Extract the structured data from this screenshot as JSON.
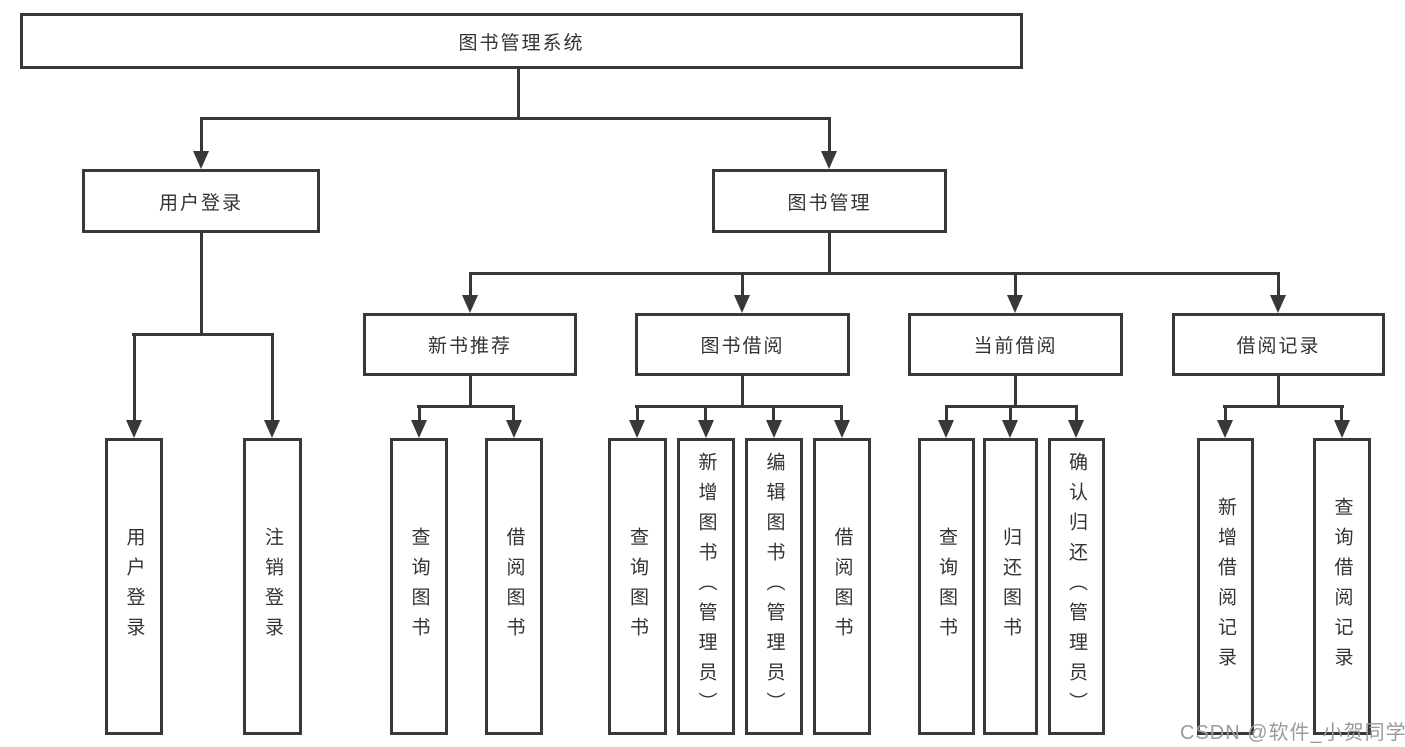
{
  "tree": {
    "root": "图书管理系统",
    "branches": [
      {
        "label": "用户登录",
        "leaves": [
          "用户登录",
          "注销登录"
        ]
      },
      {
        "label": "图书管理",
        "groups": [
          {
            "label": "新书推荐",
            "leaves": [
              "查询图书",
              "借阅图书"
            ]
          },
          {
            "label": "图书借阅",
            "leaves": [
              "查询图书",
              "新增图书（管理员）",
              "编辑图书（管理员）",
              "借阅图书"
            ]
          },
          {
            "label": "当前借阅",
            "leaves": [
              "查询图书",
              "归还图书",
              "确认归还（管理员）"
            ]
          },
          {
            "label": "借阅记录",
            "leaves": [
              "新增借阅记录",
              "查询借阅记录"
            ]
          }
        ]
      }
    ]
  },
  "watermark": {
    "text": "CSDN @软件_小贺同学"
  },
  "colors": {
    "line": "#383838",
    "text": "#333333",
    "watermark": "#9b9b9b",
    "background": "#ffffff"
  }
}
